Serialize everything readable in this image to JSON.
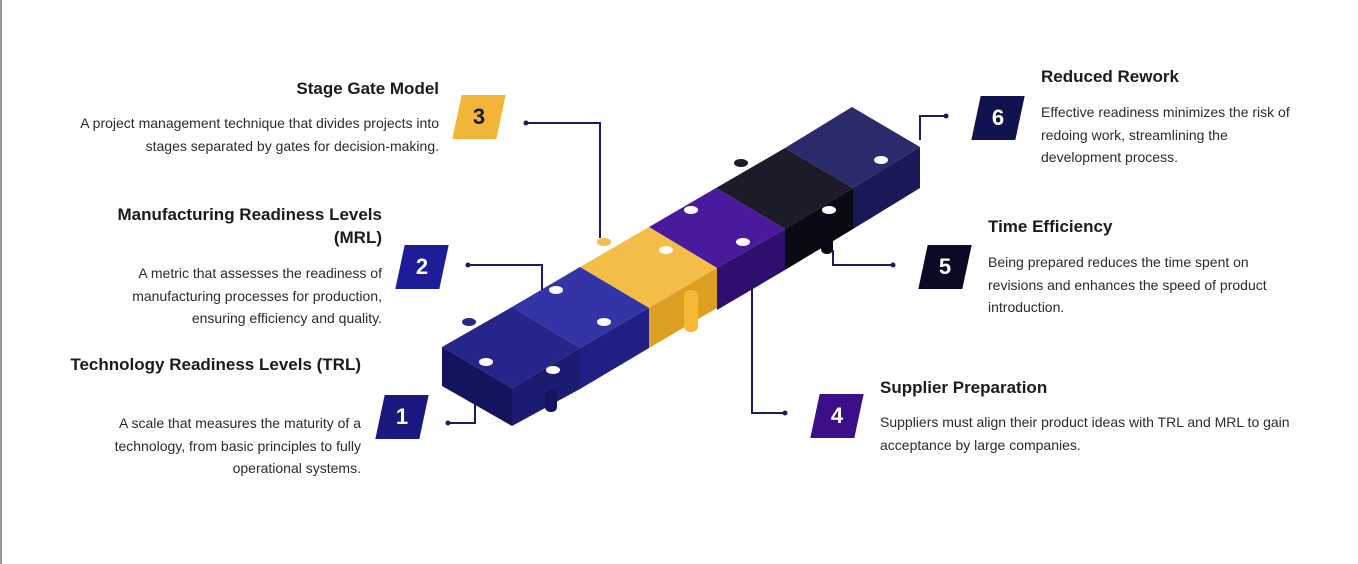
{
  "steps": [
    {
      "number": "1",
      "title": "Technology Readiness Levels (TRL)",
      "description": "A scale that measures the maturity of a technology, from basic principles to fully operational systems.",
      "color": "#1a1a7e"
    },
    {
      "number": "2",
      "title": "Manufacturing Readiness Levels (MRL)",
      "description": "A metric that assesses the readiness of manufacturing processes for production, ensuring efficiency and quality.",
      "color": "#1d1d98"
    },
    {
      "number": "3",
      "title": "Stage Gate Model",
      "description": "A project management technique that divides projects into stages separated by gates for decision-making.",
      "color": "#f2b53a"
    },
    {
      "number": "4",
      "title": "Supplier Preparation",
      "description": "Suppliers must align their product ideas with TRL and MRL to gain acceptance by large companies.",
      "color": "#3b0f87"
    },
    {
      "number": "5",
      "title": "Time Efficiency",
      "description": "Being prepared reduces the time spent on revisions and enhances the speed of product introduction.",
      "color": "#0b0a26"
    },
    {
      "number": "6",
      "title": "Reduced Rework",
      "description": "Effective readiness minimizes the risk of redoing work, streamlining the development process.",
      "color": "#12124e"
    }
  ]
}
